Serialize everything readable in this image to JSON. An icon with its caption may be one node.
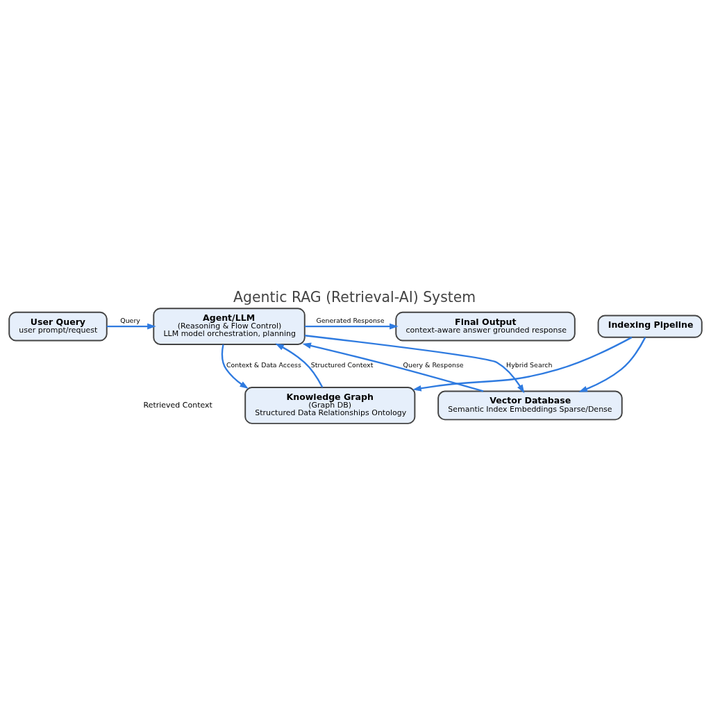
{
  "diagram": {
    "title": "Agentic RAG (Retrieval-AI) System",
    "nodes": [
      {
        "text": [
          "User Query",
          "user prompt/request"
        ]
      },
      {
        "text": [
          "Agent/LLM",
          "(Reasoning & Flow Control)",
          "LLM model orchestration, planning"
        ]
      },
      {
        "text": [
          "Final Output",
          "context-aware answer grounded response"
        ]
      },
      {
        "text": [
          "Vector Database",
          "Semantic Index Embeddings Sparse/Dense"
        ]
      },
      {
        "text": [
          "Knowledge Graph",
          "(Graph DB)",
          "Structured Data Relationships Ontology"
        ]
      },
      {
        "text": [
          "Indexing Pipeline"
        ]
      }
    ],
    "edges": [
      {
        "from": 0,
        "to": 1,
        "arrow": "to",
        "label": "Query"
      },
      {
        "from": 1,
        "to": 2,
        "arrow": "to",
        "label": "Generated Response"
      },
      {
        "from": 1,
        "to": 3,
        "arrow": "to",
        "label": "Hybrid Search"
      },
      {
        "from": 3,
        "to": 1,
        "arrow": "to",
        "label": "Query & Response"
      },
      {
        "from": 1,
        "to": 4,
        "arrow": "to",
        "label": "Context & Data Access"
      },
      {
        "from": 4,
        "to": 1,
        "arrow": "to",
        "label": "Structured Context"
      },
      {
        "from": 5,
        "to": 3,
        "arrow": "to"
      },
      {
        "from": 5,
        "to": 4,
        "arrow": "to"
      }
    ],
    "labels": [
      "Retrieved Context"
    ]
  }
}
